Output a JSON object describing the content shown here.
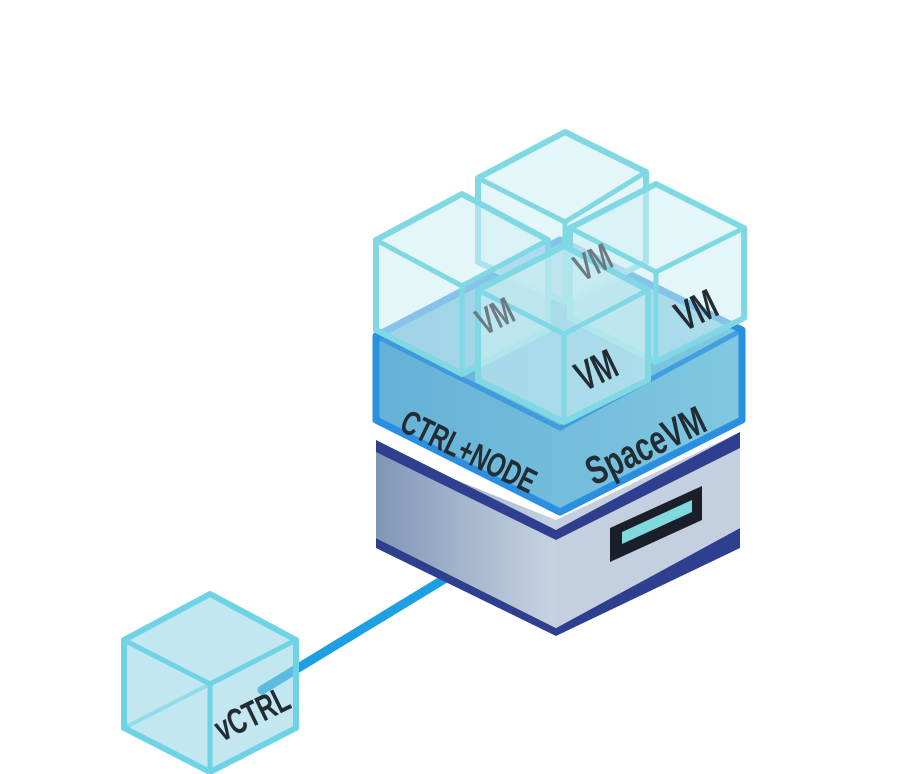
{
  "diagram": {
    "labels": {
      "ctrl_node": "CTRL+NODE",
      "spacevm": "SpaceVM",
      "vm_back": "VM",
      "vm_left": "VM",
      "vm_right": "VM",
      "vm_front": "VM",
      "vctrl": "vCTRL"
    },
    "colors": {
      "link_line": "#1e9ee3",
      "cube_outline": "#6fd3e6",
      "cube_fill": "#bfe8ef",
      "layer_outline": "#2a8fe0",
      "layer_fill": "#5fb8d9",
      "server_dark": "#2f3f8f",
      "server_body": "#9aaec6",
      "slot_screen": "#7fd9dd"
    }
  }
}
